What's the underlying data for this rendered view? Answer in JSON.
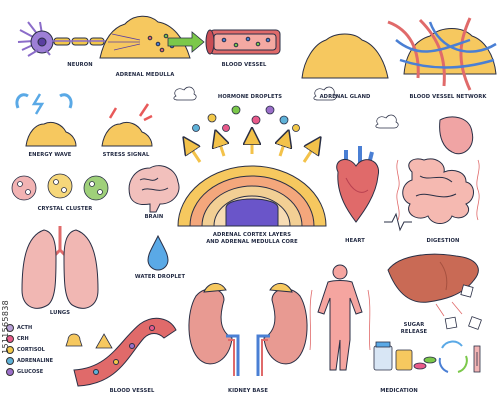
{
  "labels": {
    "neuron": "NEURON",
    "adrenal_medulla": "ADRENAL MEDULLA",
    "blood_vessel_top": "BLOOD VESSEL",
    "hormone_droplets": "HORMONE DROPLETS",
    "adrenal_gland": "ADRENAL GLAND",
    "blood_vessel_network": "BLOOD VESSEL NETWORK",
    "energy_wave": "ENERGY WAVE",
    "stress_signal": "STRESS SIGNAL",
    "crystal_cluster": "CRYSTAL CLUSTER",
    "brain": "BRAIN",
    "adrenal_cortex_line1": "ADRENAL CORTEX LAYERS",
    "adrenal_cortex_line2": "AND ADRENAL MEDULLA CORE",
    "heart": "HEART",
    "digestion": "DIGESTION",
    "water_droplet": "WATER DROPLET",
    "lungs": "LUNGS",
    "sugar_release_line1": "SUGAR",
    "sugar_release_line2": "RELEASE",
    "blood_vessel_bottom": "BLOOD VESSEL",
    "kidney_base": "KIDNEY BASE",
    "medication": "MEDICATION"
  },
  "legend": [
    {
      "label": "ACTH",
      "color": "#b8a0d8"
    },
    {
      "label": "CRH",
      "color": "#e85a8a"
    },
    {
      "label": "CORTISOL",
      "color": "#f2c84a"
    },
    {
      "label": "ADRENALINE",
      "color": "#5fb2d8"
    },
    {
      "label": "GLUCOSE",
      "color": "#9b6fc9"
    }
  ],
  "watermark": "1511565838",
  "colors": {
    "outline": "#2a2f45",
    "gland_yellow": "#f6c85f",
    "vessel_red": "#e06a6a",
    "vessel_blue": "#4a7fd4",
    "neuron_purple": "#8b6cc9",
    "arrow_yellow": "#f3c24a",
    "kidney_pink": "#e89a92",
    "lung_pink": "#f1b7b3",
    "water_blue": "#5aa9e6",
    "green_arrow": "#7bc84a"
  }
}
